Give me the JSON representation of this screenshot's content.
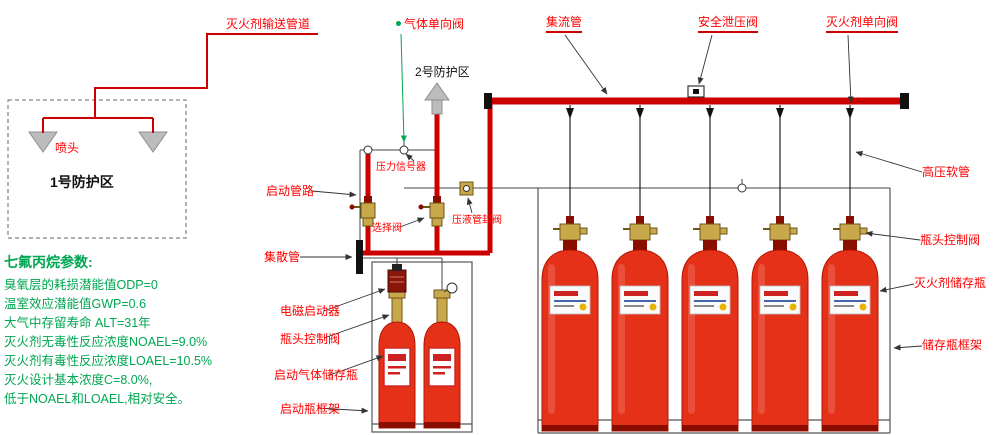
{
  "labels": {
    "agent_delivery_pipe": "灭火剂输送管道",
    "gas_check_valve": "气体单向阀",
    "zone2": "2号防护区",
    "collecting_pipe": "集流管",
    "safety_relief_valve": "安全泄压阀",
    "agent_check_valve": "灭火剂单向阀",
    "nozzle": "喷头",
    "zone1": "1号防护区",
    "start_pipeline": "启动管路",
    "selector_valve": "选择阀",
    "pressure_signal": "压力信号器",
    "liquid_seal_valve": "压液管封阀",
    "distribution_pipe": "集散管",
    "solenoid_starter": "电磁启动器",
    "bottle_head_valve": "瓶头控制阀",
    "starter_gas_bottle": "启动气体储存瓶",
    "starter_frame": "启动瓶框架",
    "hp_hose": "高压软管",
    "agent_storage_bottle": "灭火剂储存瓶",
    "storage_frame": "储存瓶框架"
  },
  "parameters": {
    "title": "七氟丙烷参数:",
    "lines": [
      "臭氧层的耗损潜能值ODP=0",
      "温室效应潜能值GWP=0.6",
      "大气中存留寿命 ALT=31年",
      "灭火剂无毒性反应浓度NOAEL=9.0%",
      "灭火剂有毒性反应浓度LOAEL=10.5%",
      "灭火设计基本浓度C=8.0%,",
      "低于NOAEL和LOAEL,相对安全。"
    ]
  },
  "equipment": {
    "agent_cylinder_count": 5,
    "starter_cylinder_count": 2,
    "nozzle_count": 2
  },
  "colors": {
    "pipe_red": "#cc0000",
    "cylinder_red": "#e63119",
    "label_red": "#ff0000",
    "param_green": "#00a651",
    "brass": "#c9a84c",
    "dark_red": "#8a0e00",
    "line_dark": "#333333",
    "metal_gray": "#bcbcbc"
  }
}
